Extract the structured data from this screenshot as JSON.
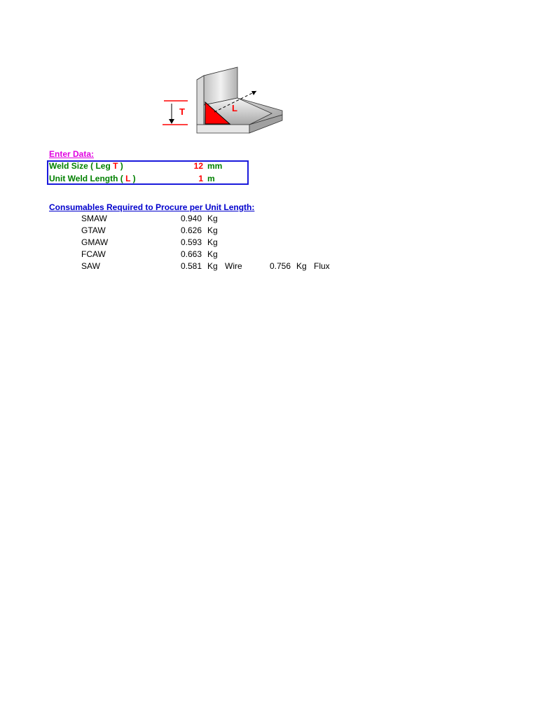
{
  "diagram": {
    "thickness_label": "T",
    "length_label": "L"
  },
  "enter_data": {
    "title": "Enter Data:",
    "weld_size_label_prefix": "Weld Size ( Leg ",
    "weld_size_label_var": "T",
    "weld_size_label_suffix": " )",
    "weld_size_value": "12",
    "weld_size_unit": "mm",
    "unit_length_label_prefix": "Unit Weld Length ( ",
    "unit_length_label_var": "L",
    "unit_length_label_suffix": " )",
    "unit_length_value": "1",
    "unit_length_unit": "m"
  },
  "consumables": {
    "title": "Consumables Required to Procure per Unit Length:",
    "rows": [
      {
        "process": "SMAW",
        "value": "0.940",
        "unit": "Kg"
      },
      {
        "process": "GTAW",
        "value": "0.626",
        "unit": "Kg"
      },
      {
        "process": "GMAW",
        "value": "0.593",
        "unit": "Kg"
      },
      {
        "process": "FCAW",
        "value": "0.663",
        "unit": "Kg"
      },
      {
        "process": "SAW",
        "value": "0.581",
        "unit": "Kg",
        "note": "Wire",
        "value2": "0.756",
        "unit2": "Kg",
        "note2": "Flux"
      }
    ]
  },
  "colors": {
    "weld_red": "#ff0000",
    "input_border": "#1a1adc",
    "label_green": "#008000",
    "heading_magenta": "#e000e0",
    "heading_blue": "#0000cc"
  }
}
